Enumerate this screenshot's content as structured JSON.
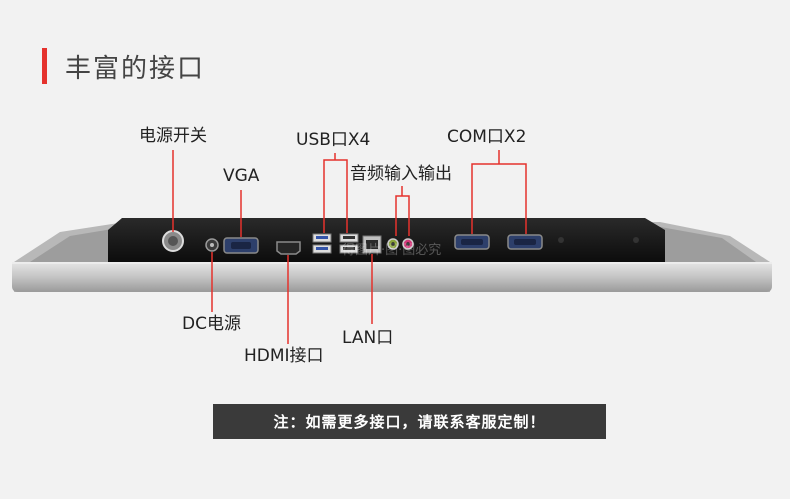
{
  "heading": {
    "title": "丰富的接口",
    "accent_color": "#e5322d"
  },
  "ports": {
    "power_switch": "电源开关",
    "vga": "VGA",
    "usb": "USB口X4",
    "audio": "音频输入输出",
    "com": "COM口X2",
    "dc_power": "DC电源",
    "hdmi": "HDMI接口",
    "lan": "LAN口"
  },
  "watermark": "得图片·图·图必究",
  "note": "注：如需更多接口，请联系客服定制！",
  "colors": {
    "line": "#e5322d",
    "bezel": "#141414",
    "frame": "#c9c9c9",
    "note_bg": "#3a3a3a"
  }
}
